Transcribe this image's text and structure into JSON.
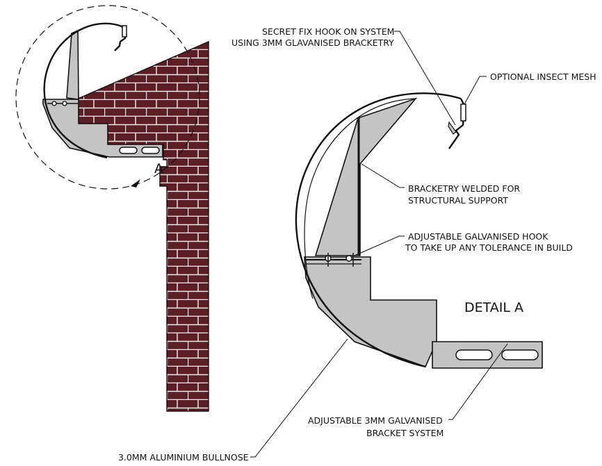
{
  "labels": {
    "detail_marker": "A",
    "secret_fix_line1": "SECRET FIX HOOK ON SYSTEM",
    "secret_fix_line2": "USING 3MM GLAVANISED BRACKETRY",
    "insect_mesh": "OPTIONAL INSECT MESH",
    "bracketry_line1": "BRACKETRY WELDED FOR",
    "bracketry_line2": "STRUCTURAL SUPPORT",
    "hook_line1": "ADJUSTABLE GALVANISED HOOK",
    "hook_line2": "TO TAKE UP ANY TOLERANCE IN BUILD",
    "detail_title": "DETAIL  A",
    "bracket_system_line1": "ADJUSTABLE 3MM GALVANISED",
    "bracket_system_line2": "BRACKET SYSTEM",
    "bullnose": "3.0MM ALUMINIUM BULLNOSE"
  },
  "colors": {
    "brick": "#5a1e24",
    "mortar": "#f2eeee",
    "bracket_fill": "#c4c4c4",
    "line": "#111111"
  }
}
